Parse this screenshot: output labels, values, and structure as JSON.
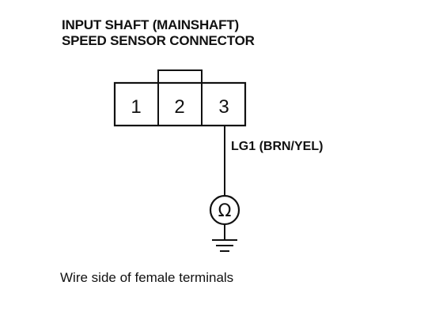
{
  "title": {
    "line1": "INPUT SHAFT (MAINSHAFT)",
    "line2": "SPEED SENSOR CONNECTOR"
  },
  "connector": {
    "terminals": [
      "1",
      "2",
      "3"
    ]
  },
  "wire": {
    "label": "LG1 (BRN/YEL)"
  },
  "meter": {
    "symbol": "Ω",
    "icon": "ohmmeter-icon"
  },
  "ground": {
    "icon": "ground-icon"
  },
  "caption": "Wire side of female terminals"
}
